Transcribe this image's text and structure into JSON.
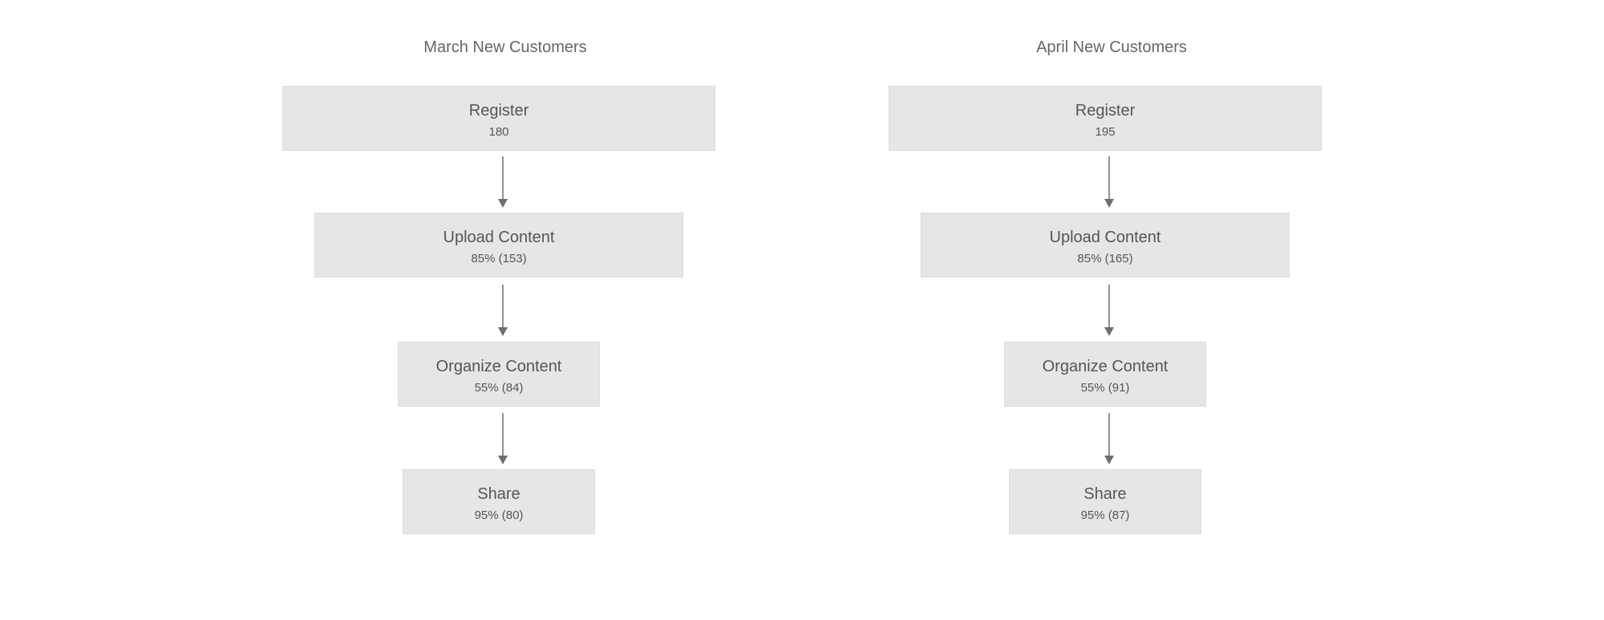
{
  "funnels": [
    {
      "title": "March New Customers",
      "steps": [
        {
          "label": "Register",
          "value": "180"
        },
        {
          "label": "Upload Content",
          "value": "85% (153)"
        },
        {
          "label": "Organize Content",
          "value": "55% (84)"
        },
        {
          "label": "Share",
          "value": "95% (80)"
        }
      ]
    },
    {
      "title": "April New Customers",
      "steps": [
        {
          "label": "Register",
          "value": "195"
        },
        {
          "label": "Upload Content",
          "value": "85% (165)"
        },
        {
          "label": "Organize Content",
          "value": "55% (91)"
        },
        {
          "label": "Share",
          "value": "95% (87)"
        }
      ]
    }
  ],
  "colors": {
    "box_fill": "#e6e6e6",
    "text": "#555555",
    "title": "#666666",
    "arrow": "#6e6e6e"
  }
}
